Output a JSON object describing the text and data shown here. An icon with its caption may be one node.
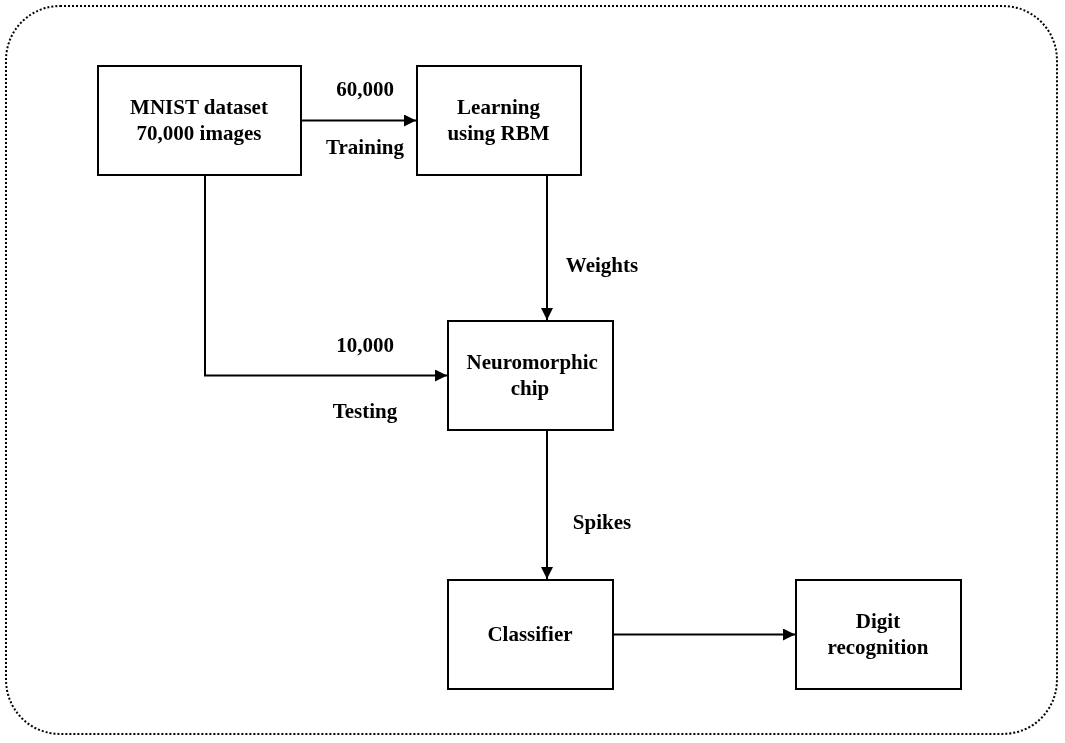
{
  "diagram": {
    "nodes": [
      {
        "text": [],
        "shape": "box"
      },
      {
        "text": [
          "MNIST dataset 70,000 images"
        ],
        "in": 0
      },
      {
        "text": [
          "Learning using RBM"
        ],
        "in": 0
      },
      {
        "text": [
          "Neuromorphic chip"
        ],
        "in": 0
      },
      {
        "text": [
          "Classifier"
        ],
        "in": 0
      },
      {
        "text": [
          "Digit recognition"
        ],
        "in": 0
      }
    ],
    "edges": [
      {
        "from": 1,
        "to": 2,
        "arrow": "to",
        "label": "60,000"
      },
      {
        "from": 2,
        "to": 3,
        "arrow": "to",
        "label": "Weights"
      },
      {
        "from": 1,
        "to": 3,
        "arrow": "to",
        "label": "10,000"
      },
      {
        "from": 3,
        "to": 4,
        "arrow": "to",
        "label": "Spikes"
      },
      {
        "from": 4,
        "to": 5,
        "arrow": "to"
      }
    ],
    "labels": [
      "Training",
      "Testing"
    ]
  }
}
